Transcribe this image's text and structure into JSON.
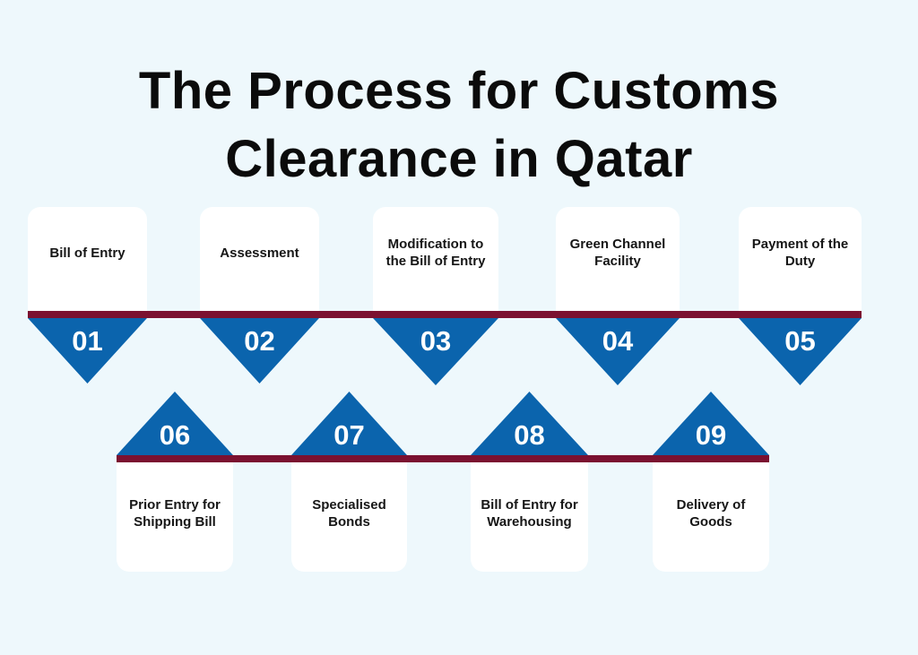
{
  "title": {
    "line1": "The Process for Customs",
    "line2": "Clearance in Qatar"
  },
  "colors": {
    "background": "#eef8fc",
    "bar": "#7b1130",
    "marker": "#0b64ad",
    "card": "#ffffff",
    "text": "#161616"
  },
  "steps": [
    {
      "number": "01",
      "label": "Bill of Entry"
    },
    {
      "number": "02",
      "label": "Assessment"
    },
    {
      "number": "03",
      "label": "Modification to the Bill of Entry"
    },
    {
      "number": "04",
      "label": "Green Channel Facility"
    },
    {
      "number": "05",
      "label": "Payment of the Duty"
    },
    {
      "number": "06",
      "label": "Prior Entry for Shipping Bill"
    },
    {
      "number": "07",
      "label": "Specialised Bonds"
    },
    {
      "number": "08",
      "label": "Bill of Entry for Warehousing"
    },
    {
      "number": "09",
      "label": "Delivery of Goods"
    }
  ]
}
